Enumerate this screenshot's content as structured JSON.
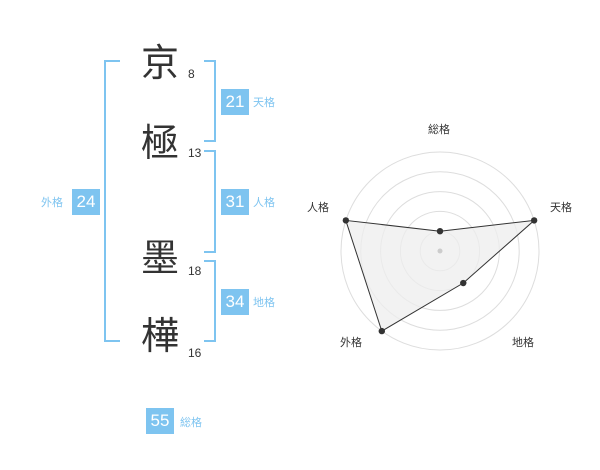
{
  "name": {
    "chars": [
      {
        "char": "京",
        "strokes": "8"
      },
      {
        "char": "極",
        "strokes": "13"
      },
      {
        "char": "墨",
        "strokes": "18"
      },
      {
        "char": "樺",
        "strokes": "16"
      }
    ]
  },
  "fortune": {
    "tenkaku": {
      "value": "21",
      "label": "天格"
    },
    "jinkaku": {
      "value": "31",
      "label": "人格"
    },
    "chikaku": {
      "value": "34",
      "label": "地格"
    },
    "gaikaku": {
      "value": "24",
      "label": "外格"
    },
    "soukaku": {
      "value": "55",
      "label": "総格"
    }
  },
  "colors": {
    "accent": "#7ec4f0",
    "text": "#333333",
    "grid": "#dddddd",
    "fill": "#eeeeee"
  },
  "chart_data": {
    "type": "radar",
    "axes": [
      "総格",
      "天格",
      "地格",
      "外格",
      "人格"
    ],
    "values": [
      1,
      5,
      2,
      5,
      5
    ],
    "range": [
      0,
      5
    ],
    "rings": 5
  }
}
